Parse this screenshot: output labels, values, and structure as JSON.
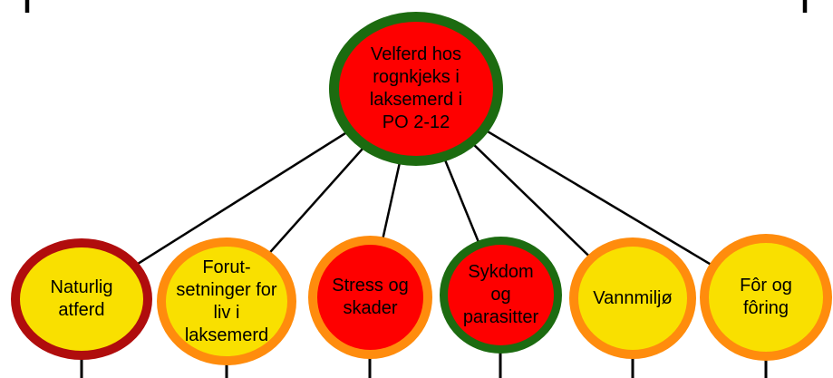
{
  "diagram": {
    "background": "#ffffff",
    "line_color": "#000000",
    "text_color": "#000000",
    "palette": {
      "red_fill": "#fe0000",
      "yellow_fill": "#f9e000",
      "orange_border": "#ff8c0d",
      "dark_red_border": "#b00d0d",
      "dark_green_border": "#1c6b10"
    },
    "nodes": [
      {
        "id": "root",
        "label": "Velferd hos\nrognkjeks i\nlaksemerd i\nPO 2-12",
        "fill": "#fe0000",
        "border": "#1c6b10"
      },
      {
        "id": "naturlig-atferd",
        "label": "Naturlig\natferd",
        "fill": "#f9e000",
        "border": "#b00d0d"
      },
      {
        "id": "forutsetninger",
        "label": "Forut-\nsetninger for\nliv i\nlaksemerd",
        "fill": "#f9e000",
        "border": "#ff8c0d"
      },
      {
        "id": "stress-og-skader",
        "label": "Stress og\nskader",
        "fill": "#fe0000",
        "border": "#ff8c0d"
      },
      {
        "id": "sykdom-og-parasitter",
        "label": "Sykdom\nog\nparasitter",
        "fill": "#fe0000",
        "border": "#1c6b10"
      },
      {
        "id": "vannmiljo",
        "label": "Vannmiljø",
        "fill": "#f9e000",
        "border": "#ff8c0d"
      },
      {
        "id": "for-og-foring",
        "label": "Fôr og\nfôring",
        "fill": "#f9e000",
        "border": "#ff8c0d"
      }
    ]
  }
}
